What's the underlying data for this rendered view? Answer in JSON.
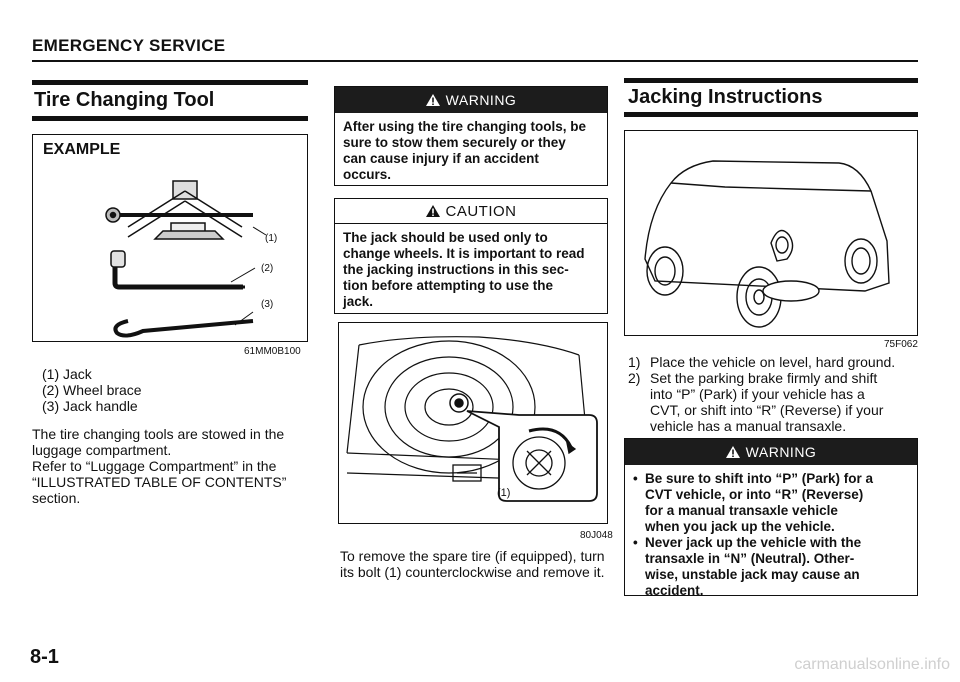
{
  "header": {
    "section": "EMERGENCY SERVICE"
  },
  "col1": {
    "title": "Tire Changing Tool",
    "figure": {
      "label": "EXAMPLE",
      "callouts": [
        "(1)",
        "(2)",
        "(3)"
      ],
      "code": "61MM0B100"
    },
    "legend": [
      "(1) Jack",
      "(2) Wheel brace",
      "(3) Jack handle"
    ],
    "body": [
      "The tire changing tools are stowed in the",
      "luggage compartment.",
      "Refer to “Luggage Compartment” in the",
      "“ILLUSTRATED TABLE OF CONTENTS”",
      "section."
    ]
  },
  "col2": {
    "warning": {
      "label": "WARNING",
      "lines": [
        "After using the tire changing tools, be",
        "sure to stow them securely or they",
        "can cause injury if an accident",
        "occurs."
      ]
    },
    "caution": {
      "label": "CAUTION",
      "lines": [
        "The jack should be used only to",
        "change wheels. It is important to read",
        "the jacking instructions in this sec-",
        "tion before attempting to use the",
        "jack."
      ]
    },
    "figure": {
      "callout": "(1)",
      "code": "80J048"
    },
    "body": [
      "To remove the spare tire (if equipped), turn",
      "its bolt (1) counterclockwise and remove it."
    ]
  },
  "col3": {
    "title": "Jacking Instructions",
    "figure": {
      "code": "75F062"
    },
    "steps": [
      {
        "num": "1)",
        "lines": [
          "Place the vehicle on level, hard ground."
        ]
      },
      {
        "num": "2)",
        "lines": [
          "Set the parking brake firmly and shift",
          "into “P” (Park) if your vehicle has a",
          "CVT, or shift into “R” (Reverse) if your",
          "vehicle has a manual transaxle."
        ]
      }
    ],
    "warning": {
      "label": "WARNING",
      "bullets": [
        [
          "Be sure to shift into “P” (Park) for a",
          "CVT vehicle, or into “R” (Reverse)",
          "for a manual transaxle vehicle",
          "when you jack up the vehicle."
        ],
        [
          "Never jack up the vehicle with the",
          "transaxle in “N” (Neutral). Other-",
          "wise, unstable jack may cause an",
          "accident."
        ]
      ]
    }
  },
  "footer": {
    "page": "8-1",
    "watermark": "carmanualsonline.info"
  }
}
